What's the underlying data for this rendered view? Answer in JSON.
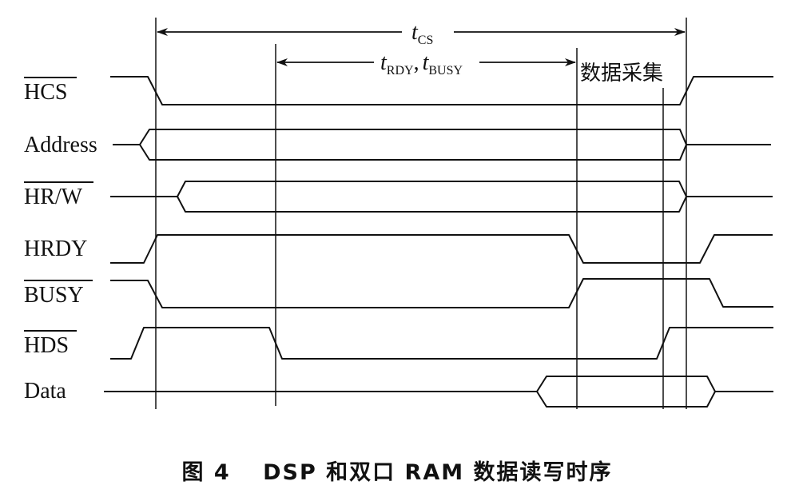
{
  "signals": [
    {
      "key": "hcs",
      "label": "HCS",
      "overbar": true
    },
    {
      "key": "address",
      "label": "Address",
      "overbar": false
    },
    {
      "key": "hrw",
      "label": "HR/W",
      "overbar": true
    },
    {
      "key": "hrdy",
      "label": "HRDY",
      "overbar": false
    },
    {
      "key": "busy",
      "label": "BUSY",
      "overbar": true
    },
    {
      "key": "hds",
      "label": "HDS",
      "overbar": true
    },
    {
      "key": "data",
      "label": "Data",
      "overbar": false
    }
  ],
  "timing": {
    "tcs": {
      "symbol": "t",
      "subscript": "CS"
    },
    "trdy": {
      "symbol": "t",
      "subscript": "RDY"
    },
    "separator": ",",
    "tbusy": {
      "symbol": "t",
      "subscript": "BUSY"
    }
  },
  "annotation": "数据采集",
  "caption": "图 4　 DSP 和双口 RAM 数据读写时序"
}
